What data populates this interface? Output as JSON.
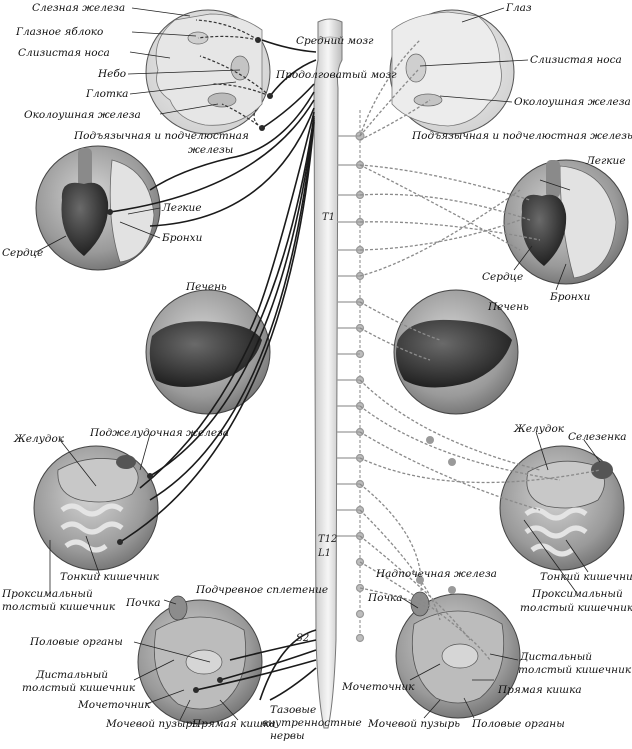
{
  "left": {
    "lacrimal_gland": "Слезная железа",
    "eyeball": "Глазное яблоко",
    "nasal_mucosa": "Слизистая носа",
    "palate": "Небо",
    "pharynx": "Глотка",
    "parotid_gland": "Околоушная железа",
    "sublingual_glands_line1": "Подъязычная и подчелюстная",
    "sublingual_glands_line2": "железы",
    "lungs": "Легкие",
    "bronchi": "Бронхи",
    "heart": "Сердце",
    "liver": "Печень",
    "stomach": "Желудок",
    "pancreas": "Поджелудочная железа",
    "small_intestine": "Тонкий кишечник",
    "proximal_colon_line1": "Проксимальный",
    "proximal_colon_line2": "толстый кишечник",
    "kidney": "Почка",
    "hypogastric_plexus": "Подчревное сплетение",
    "genitals": "Половые органы",
    "distal_colon_line1": "Дистальный",
    "distal_colon_line2": "толстый кишечник",
    "ureter": "Мочеточник",
    "bladder": "Мочевой пузырь",
    "rectum": "Прямая кишка",
    "pelvic_nerves_line1": "Тазовые",
    "pelvic_nerves_line2": "внутренностные",
    "pelvic_nerves_line3": "нервы"
  },
  "spine": {
    "midbrain": "Средний мозг",
    "medulla": "Продолговатый мозг",
    "t1": "T1",
    "t12": "T12",
    "l1": "L1",
    "s2": "S2"
  },
  "right": {
    "eye": "Глаз",
    "nasal_mucosa": "Слизистая носа",
    "parotid_gland": "Околоушная железа",
    "sublingual_glands": "Подъязычная и подчелюстная железы",
    "lungs": "Легкие",
    "heart": "Сердце",
    "bronchi": "Бронхи",
    "liver": "Печень",
    "stomach": "Желудок",
    "spleen": "Селезенка",
    "small_intestine": "Тонкий кишечник",
    "proximal_colon_line1": "Проксимальный",
    "proximal_colon_line2": "толстый кишечник",
    "adrenal": "Надпочечная железа",
    "kidney": "Почка",
    "distal_colon_line1": "Дистальный",
    "distal_colon_line2": "толстый кишечник",
    "ureter": "Мочеточник",
    "rectum": "Прямая кишка",
    "bladder": "Мочевой пузырь",
    "genitals": "Половые органы"
  }
}
